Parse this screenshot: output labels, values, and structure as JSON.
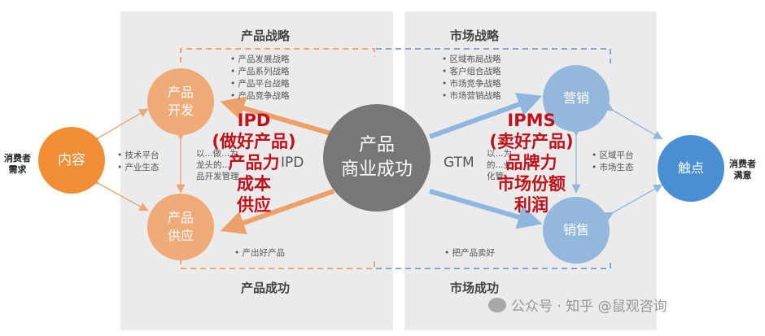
{
  "diagram": {
    "left_panel": {
      "top_title": "产品战略",
      "bottom_title": "产品成功",
      "strategy_items": [
        "产品发展战略",
        "产品系列战略",
        "产品平台战略",
        "产品竞争战略"
      ],
      "platform_items": [
        "技术平台",
        "产业生态"
      ],
      "partial_text": [
        "以...做...为",
        "龙头的...",
        "品开发管理"
      ],
      "ipd_label": "IPD",
      "bottom_item": "产出好产品"
    },
    "right_panel": {
      "top_title": "市场战略",
      "bottom_title": "市场成功",
      "strategy_items": [
        "区域布局战略",
        "客户组合战略",
        "市场竞争战略",
        "市场营销战略"
      ],
      "platform_items": [
        "区域平台",
        "市场生态"
      ],
      "partial_text": [
        "以...为",
        "的...业",
        "化管..."
      ],
      "gtm_label": "GTM",
      "bottom_item": "把产品卖好"
    },
    "nodes": {
      "content": "内容",
      "develop": "产品\n开发",
      "supply": "产品\n供应",
      "center": "产品\n商业成功",
      "marketing": "营销",
      "sales": "销售",
      "touchpoint": "触点"
    },
    "outer_labels": {
      "left": "消费者\n需求",
      "right": "消费者\n满意"
    },
    "overlay_left": [
      "IPD",
      "(做好产品)",
      "产品力",
      "成本",
      "供应"
    ],
    "overlay_right": [
      "IPMS",
      "(卖好产品)",
      "品牌力",
      "市场份额",
      "利润"
    ],
    "watermark": "公众号 · 知乎 @鼠观咨询",
    "colors": {
      "orange": "#f18d35",
      "orange_light": "#efaa78",
      "blue": "#4a8fd3",
      "blue_light": "#94b8dc",
      "center_grey": "#777777",
      "red": "#c0101a",
      "panel": "#ebebeb"
    }
  }
}
